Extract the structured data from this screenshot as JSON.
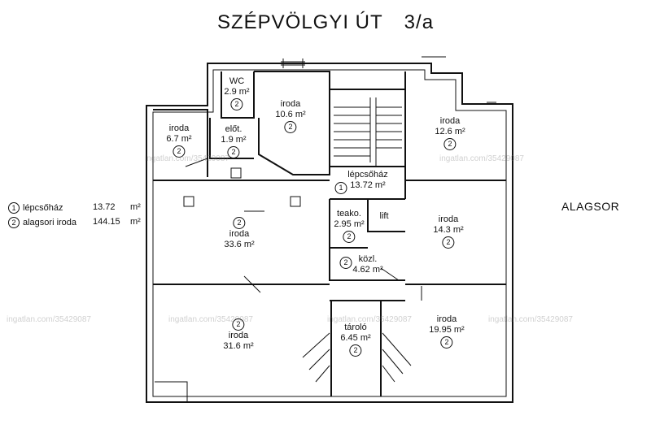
{
  "title": {
    "street": "SZÉPVÖLGYI ÚT",
    "number": "3/a"
  },
  "level_label": "ALAGSOR",
  "legend": [
    {
      "num": "1",
      "name": "lépcsőház",
      "area": "13.72",
      "unit": "m²"
    },
    {
      "num": "2",
      "name": "alagsori iroda",
      "area": "144.15",
      "unit": "m²"
    }
  ],
  "rooms": [
    {
      "name": "WC",
      "area": "2.9 m²",
      "num": "2"
    },
    {
      "name": "iroda",
      "area": "10.6 m²",
      "num": "2"
    },
    {
      "name": "iroda",
      "area": "12.6 m²",
      "num": "2"
    },
    {
      "name": "iroda",
      "area": "6.7 m²",
      "num": "2"
    },
    {
      "name": "előt.",
      "area": "1.9 m²",
      "num": "2"
    },
    {
      "name": "lépcsőház",
      "area": "13.72 m²",
      "num": "1"
    },
    {
      "name": "teako.",
      "area": "2.95 m²",
      "num": "2"
    },
    {
      "name": "lift",
      "area": "",
      "num": ""
    },
    {
      "name": "iroda",
      "area": "14.3 m²",
      "num": "2"
    },
    {
      "name": "iroda",
      "area": "33.6 m²",
      "num": "2"
    },
    {
      "name": "közl.",
      "area": "4.62 m²",
      "num": "2"
    },
    {
      "name": "iroda",
      "area": "31.6 m²",
      "num": "2"
    },
    {
      "name": "tároló",
      "area": "6.45 m²",
      "num": "2"
    },
    {
      "name": "iroda",
      "area": "19.95 m²",
      "num": "2"
    }
  ],
  "watermark": "ingatlan.com/35429087"
}
